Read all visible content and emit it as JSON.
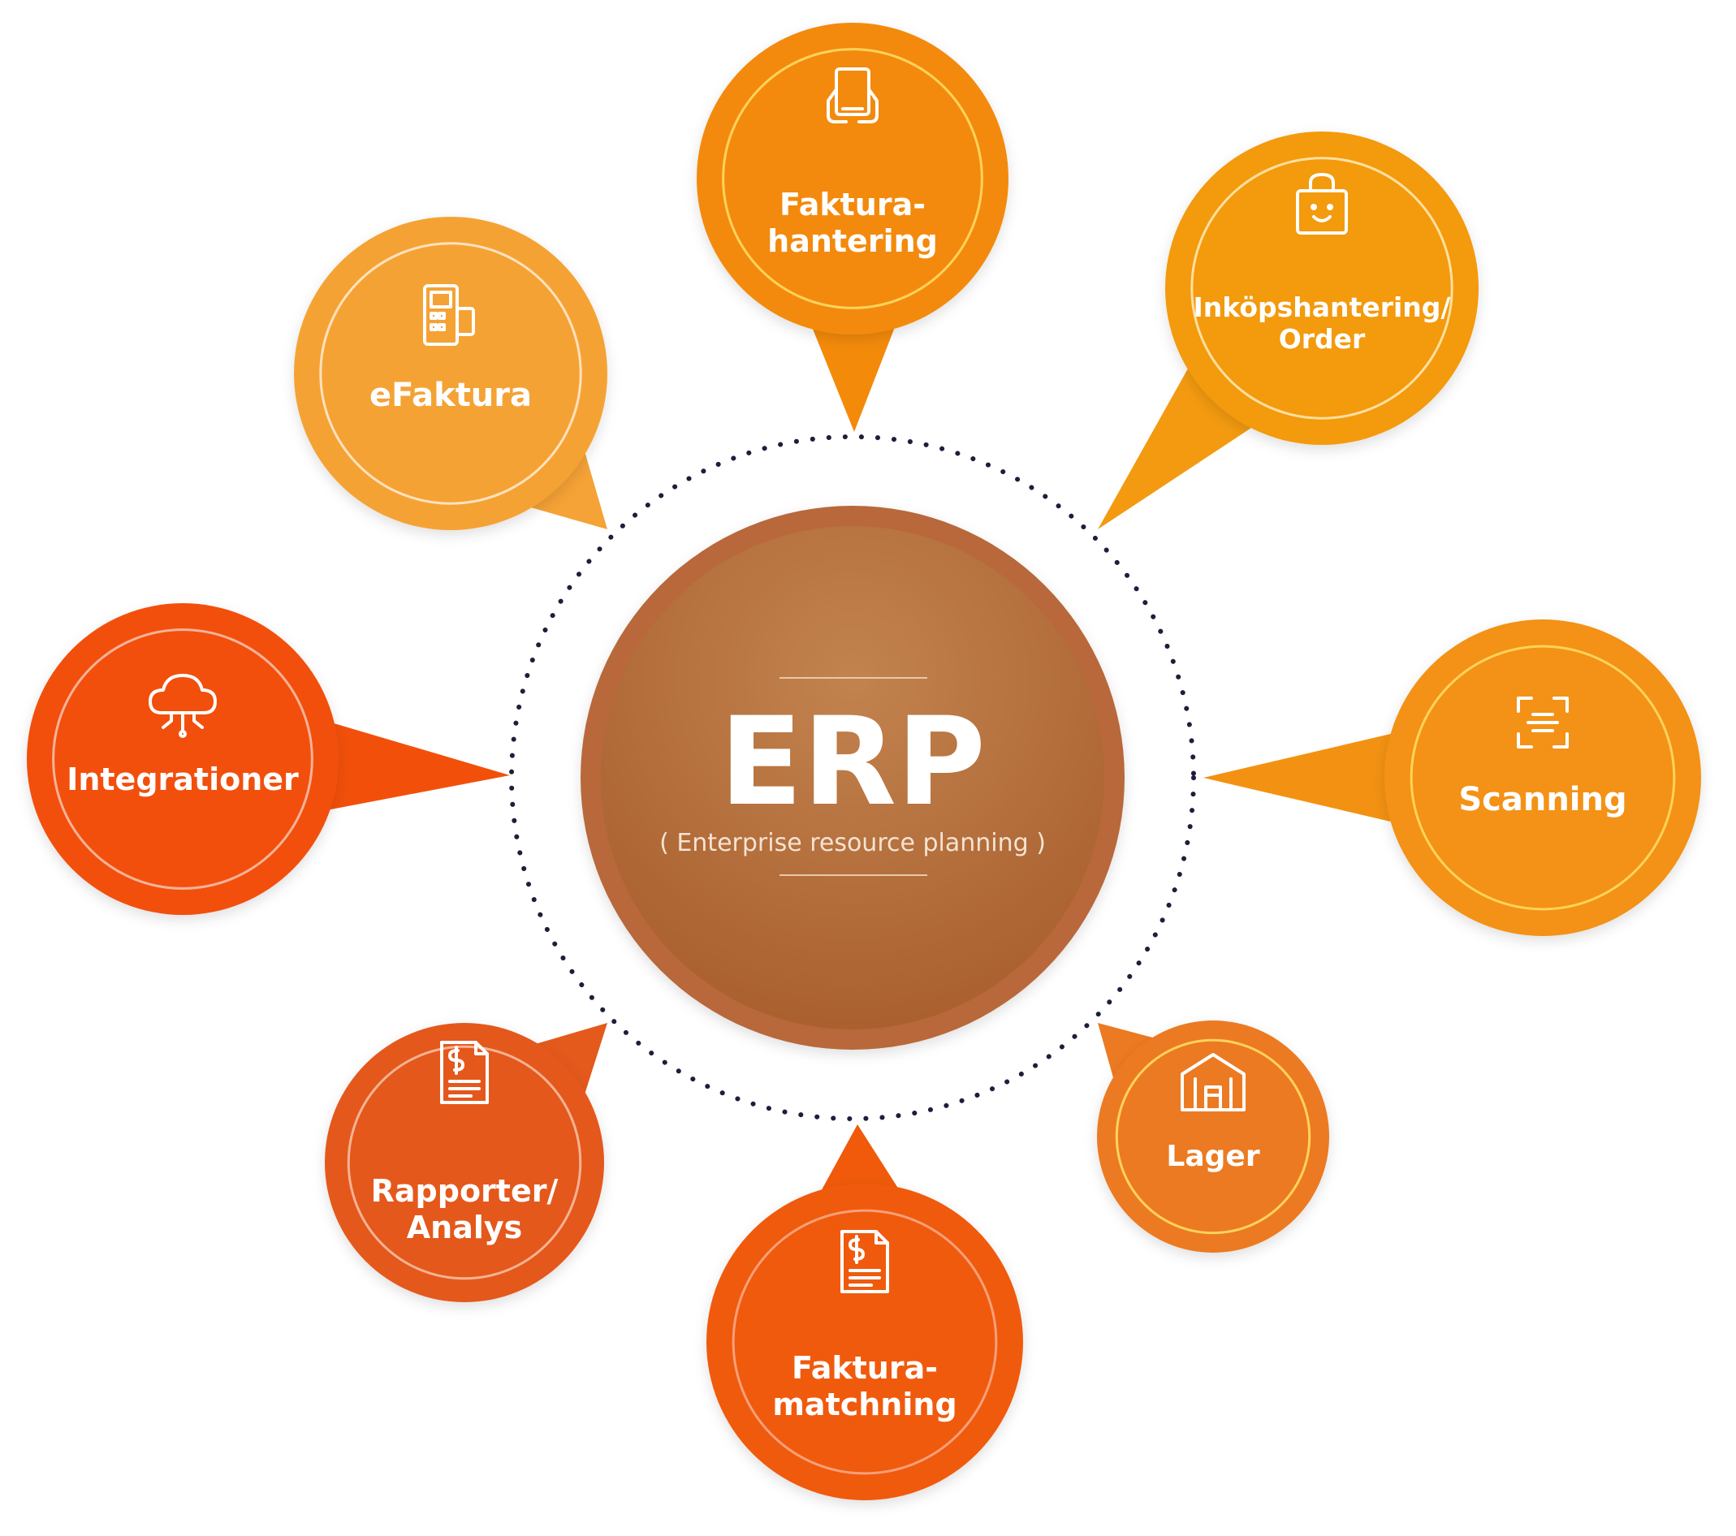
{
  "hub": {
    "title": "ERP",
    "subtitle": "( Enterprise resource planning )",
    "color": "#B8683A"
  },
  "satellites": [
    {
      "id": "fakturahantering",
      "lines": [
        "Faktura-",
        "hantering"
      ],
      "icon": "tablet-hands-icon",
      "color": "#F38A0A"
    },
    {
      "id": "inkopshantering",
      "lines": [
        "Inköpshantering/",
        "Order"
      ],
      "icon": "shopping-bag-icon",
      "color": "#F39A10"
    },
    {
      "id": "scanning",
      "lines": [
        "Scanning"
      ],
      "icon": "scan-frame-icon",
      "color": "#F39212"
    },
    {
      "id": "lager",
      "lines": [
        "Lager"
      ],
      "icon": "warehouse-icon",
      "color": "#EC7A22"
    },
    {
      "id": "fakturamatchning",
      "lines": [
        "Faktura-",
        "matchning"
      ],
      "icon": "invoice-document-icon",
      "color": "#F05A0A"
    },
    {
      "id": "rapporter",
      "lines": [
        "Rapporter/",
        "Analys"
      ],
      "icon": "report-document-icon",
      "color": "#E4591C"
    },
    {
      "id": "integrationer",
      "lines": [
        "Integrationer"
      ],
      "icon": "cloud-network-icon",
      "color": "#F2500A"
    },
    {
      "id": "efaktura",
      "lines": [
        "eFaktura"
      ],
      "icon": "pos-terminal-icon",
      "color": "#F5A236"
    }
  ]
}
